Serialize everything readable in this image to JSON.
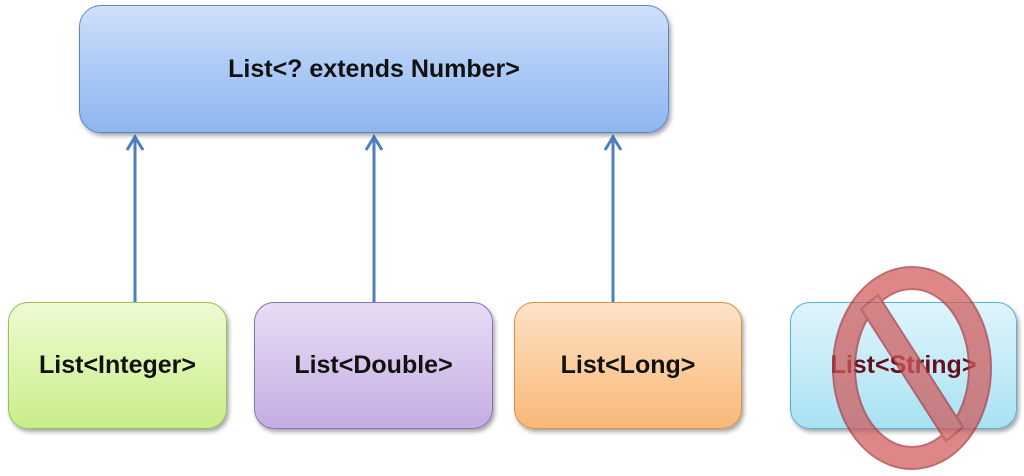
{
  "diagram": {
    "parent": {
      "label": "List<? extends Number>"
    },
    "children": [
      {
        "key": "integer",
        "label": "List<Integer>"
      },
      {
        "key": "double",
        "label": "List<Double>"
      },
      {
        "key": "long",
        "label": "List<Long>"
      },
      {
        "key": "string",
        "label": "List<String>",
        "prohibited": true
      }
    ]
  },
  "colors": {
    "arrow": "#4f7fbf",
    "prohibited_fill": "#d0595a",
    "prohibited_stroke": "#a8333a",
    "prohibited_text": "#6b0f1e"
  },
  "icons": {
    "prohibited": "prohibition-sign-icon"
  }
}
